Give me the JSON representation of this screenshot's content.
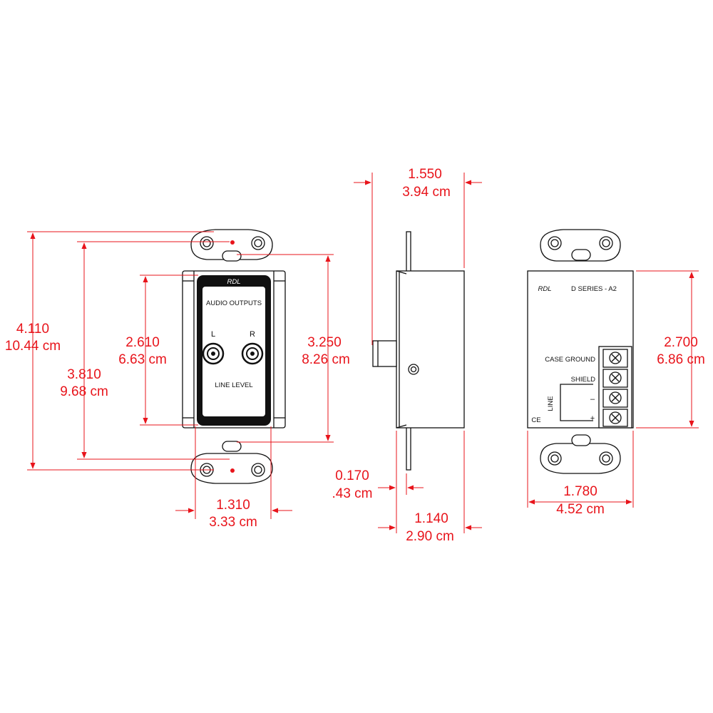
{
  "front": {
    "brand": "RDL",
    "title": "AUDIO OUTPUTS",
    "left_label": "L",
    "right_label": "R",
    "bottom_label": "LINE LEVEL"
  },
  "rear": {
    "brand": "RDL",
    "model": "D SERIES - A2",
    "case_ground": "CASE GROUND",
    "shield": "SHIELD",
    "line": "LINE",
    "minus": "–",
    "plus": "+",
    "ce_mark": "CE"
  },
  "dimensions": {
    "overall_height": {
      "in": "4.110",
      "cm": "10.44 cm"
    },
    "hole_spacing": {
      "in": "3.810",
      "cm": "9.68 cm"
    },
    "bezel_height": {
      "in": "2.610",
      "cm": "6.63 cm"
    },
    "body_height": {
      "in": "3.250",
      "cm": "8.26 cm"
    },
    "bezel_width": {
      "in": "1.310",
      "cm": "3.33 cm"
    },
    "side_depth": {
      "in": "1.550",
      "cm": "3.94 cm"
    },
    "plate_thickness": {
      "in": "0.170",
      "cm": ".43 cm"
    },
    "body_depth": {
      "in": "1.140",
      "cm": "2.90 cm"
    },
    "rear_height": {
      "in": "2.700",
      "cm": "6.86 cm"
    },
    "rear_width": {
      "in": "1.780",
      "cm": "4.52 cm"
    }
  }
}
